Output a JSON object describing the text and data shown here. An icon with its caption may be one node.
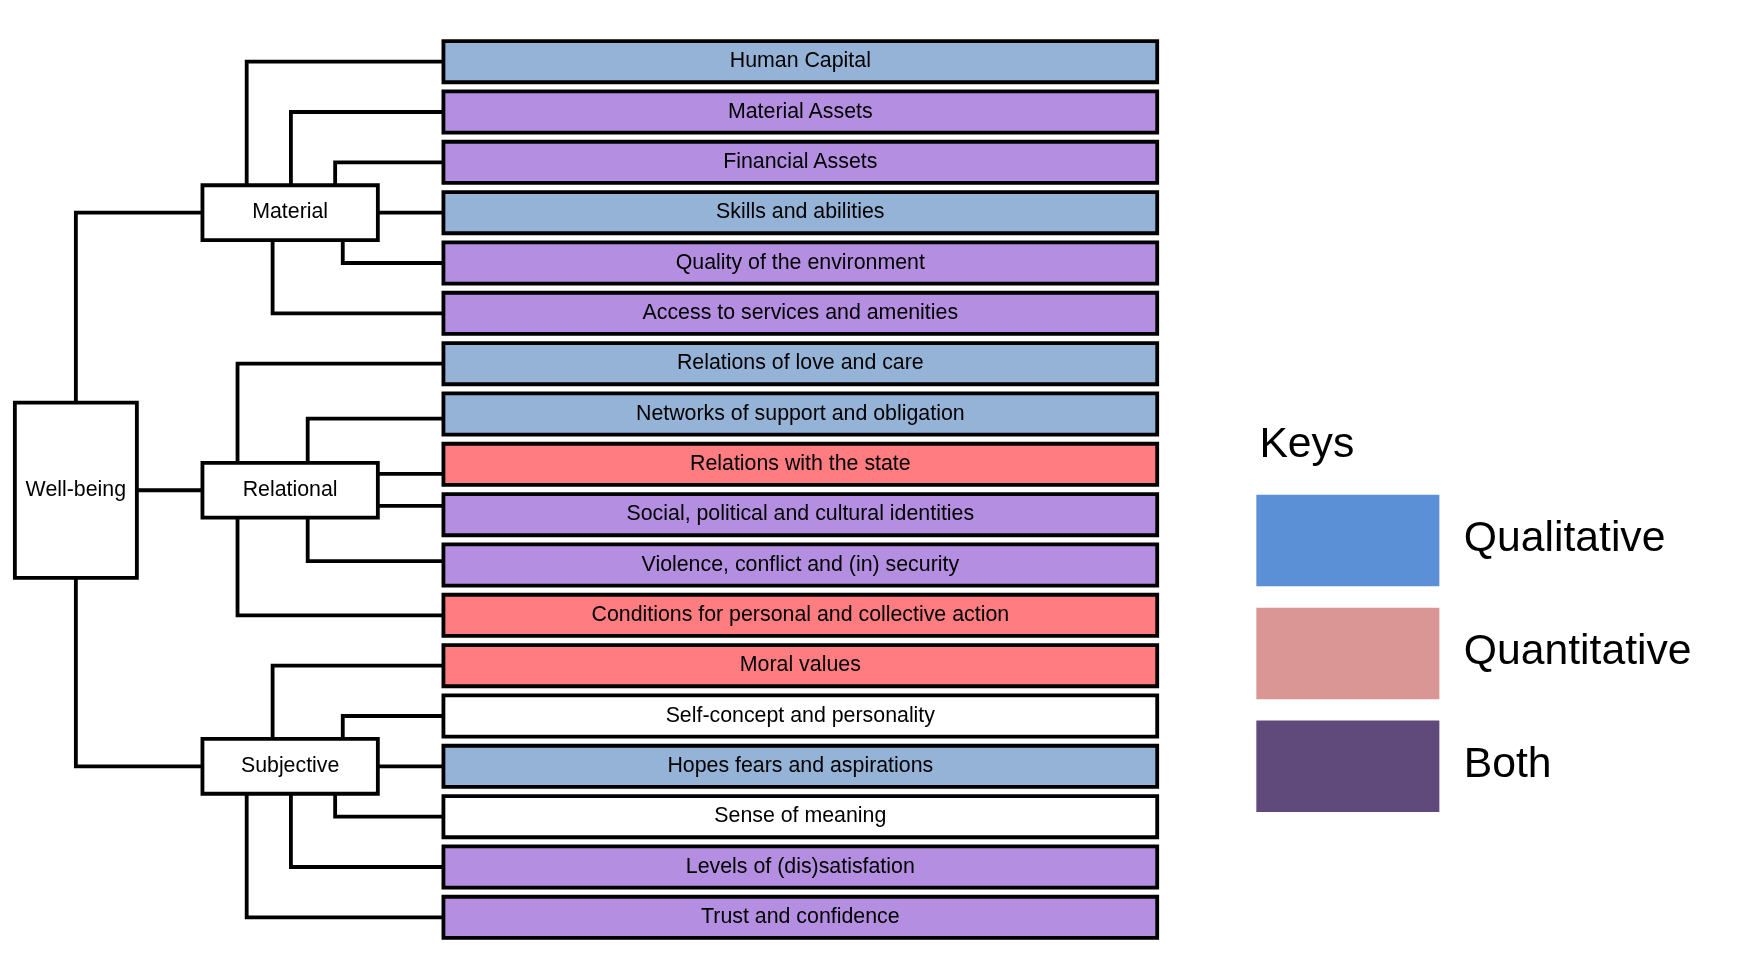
{
  "diagram": {
    "nodes": [
      {
        "text": [
          "Well-being"
        ]
      },
      {
        "text": [
          "Material"
        ]
      },
      {
        "text": [
          "Relational"
        ]
      },
      {
        "text": [
          "Subjective"
        ]
      },
      {
        "text": [
          "Human Capital"
        ]
      },
      {
        "text": [
          "Material Assets"
        ]
      },
      {
        "text": [
          "Financial Assets"
        ]
      },
      {
        "text": [
          "Skills and abilities"
        ]
      },
      {
        "text": [
          "Quality of the environment"
        ]
      },
      {
        "text": [
          "Access to services and amenities"
        ]
      },
      {
        "text": [
          "Relations of love and care"
        ]
      },
      {
        "text": [
          "Networks of support and obligation"
        ]
      },
      {
        "text": [
          "Relations with the state"
        ]
      },
      {
        "text": [
          "Social, political and cultural identities"
        ]
      },
      {
        "text": [
          "Violence, conflict and (in) security"
        ]
      },
      {
        "text": [
          "Conditions for personal and collective action"
        ]
      },
      {
        "text": [
          "Moral values"
        ]
      },
      {
        "text": [
          "Self-concept and personality"
        ]
      },
      {
        "text": [
          "Hopes fears and aspirations"
        ]
      },
      {
        "text": [
          "Sense of meaning"
        ]
      },
      {
        "text": [
          "Levels of (dis)satisfation"
        ]
      },
      {
        "text": [
          "Trust and confidence"
        ]
      }
    ],
    "edges": [
      {
        "from": 0,
        "to": 1,
        "arrow": "none"
      },
      {
        "from": 0,
        "to": 2,
        "arrow": "none"
      },
      {
        "from": 0,
        "to": 3,
        "arrow": "none"
      },
      {
        "from": 1,
        "to": 4,
        "arrow": "none"
      },
      {
        "from": 1,
        "to": 5,
        "arrow": "none"
      },
      {
        "from": 1,
        "to": 6,
        "arrow": "none"
      },
      {
        "from": 1,
        "to": 7,
        "arrow": "none"
      },
      {
        "from": 1,
        "to": 8,
        "arrow": "none"
      },
      {
        "from": 1,
        "to": 9,
        "arrow": "none"
      },
      {
        "from": 2,
        "to": 10,
        "arrow": "none"
      },
      {
        "from": 2,
        "to": 11,
        "arrow": "none"
      },
      {
        "from": 2,
        "to": 12,
        "arrow": "none"
      },
      {
        "from": 2,
        "to": 13,
        "arrow": "none"
      },
      {
        "from": 2,
        "to": 14,
        "arrow": "none"
      },
      {
        "from": 2,
        "to": 15,
        "arrow": "none"
      },
      {
        "from": 3,
        "to": 16,
        "arrow": "none"
      },
      {
        "from": 3,
        "to": 17,
        "arrow": "none"
      },
      {
        "from": 3,
        "to": 18,
        "arrow": "none"
      },
      {
        "from": 3,
        "to": 19,
        "arrow": "none"
      },
      {
        "from": 3,
        "to": 20,
        "arrow": "none"
      },
      {
        "from": 3,
        "to": 21,
        "arrow": "none"
      }
    ],
    "labels": [
      "Keys"
    ],
    "legend": [
      {
        "text": "Qualitative",
        "color": "#5b8fd6"
      },
      {
        "text": "Quantitative",
        "color": "#d99694"
      },
      {
        "text": "Both",
        "color": "#604a7b"
      }
    ]
  }
}
